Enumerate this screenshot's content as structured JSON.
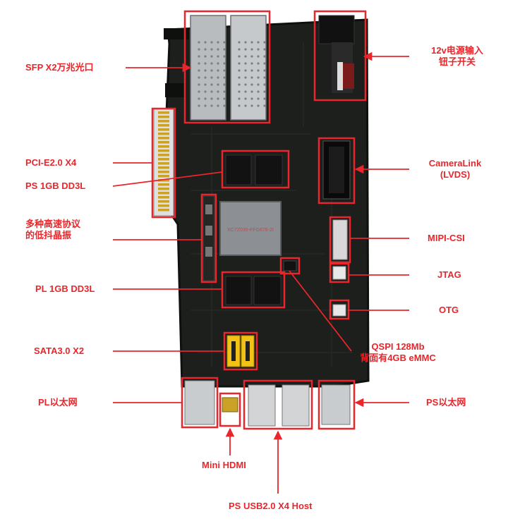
{
  "colors": {
    "accent": "#e8262b",
    "board": "#1c1f1c",
    "board_edge": "#0e100e",
    "chip": "#121212",
    "fpga": "#8c8f93",
    "cage": "#b9bcbf",
    "gold": "#c9a227",
    "sata": "#f2c316"
  },
  "labels": {
    "sfp": "SFP X2万兆光口",
    "power": [
      "12v电源输入",
      "钮子开关"
    ],
    "pcie": "PCI-E2.0 X4",
    "ps_ddr": "PS 1GB DD3L",
    "camera_link": [
      "CameraLink",
      "(LVDS)"
    ],
    "oscillator": [
      "多种高速协议",
      "的低抖晶振"
    ],
    "mipi": "MIPI-CSI",
    "jtag": "JTAG",
    "pl_ddr": "PL 1GB DD3L",
    "otg": "OTG",
    "sata": "SATA3.0 X2",
    "qspi": [
      "QSPI 128Mb",
      "背面有4GB eMMC"
    ],
    "pl_eth": "PL以太网",
    "ps_eth": "PS以太网",
    "mini_hdmi": "Mini HDMI",
    "usb": "PS USB2.0 X4 Host"
  },
  "fpga_marking": "XC7Z035-FFG676-2I"
}
